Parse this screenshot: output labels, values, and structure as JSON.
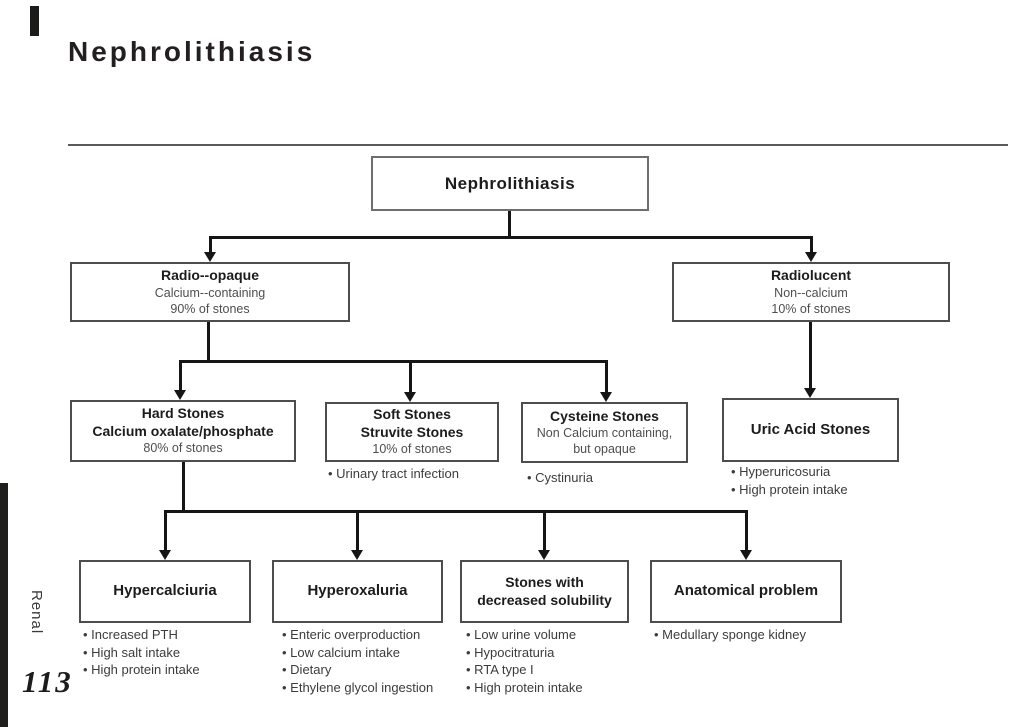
{
  "page": {
    "title": "Nephrolithiasis",
    "page_number": "113",
    "sidebar_label": "Renal"
  },
  "tree": {
    "root": {
      "title": "Nephrolithiasis"
    },
    "radio_opaque": {
      "title": "Radio--opaque",
      "line1": "Calcium--containing",
      "line2": "90% of stones"
    },
    "radiolucent": {
      "title": "Radiolucent",
      "line1": "Non--calcium",
      "line2": "10% of stones"
    },
    "hard": {
      "title1": "Hard Stones",
      "title2": "Calcium oxalate/phosphate",
      "line": "80% of stones"
    },
    "soft": {
      "title1": "Soft Stones",
      "title2": "Struvite Stones",
      "line": "10% of stones",
      "bullets": [
        "• Urinary tract infection"
      ]
    },
    "cysteine": {
      "title": "Cysteine Stones",
      "line1": "Non Calcium containing,",
      "line2": "but opaque",
      "bullets": [
        "• Cystinuria"
      ]
    },
    "uric": {
      "title": "Uric Acid Stones",
      "bullets": [
        "• Hyperuricosuria",
        "• High protein intake"
      ]
    },
    "hypercalciuria": {
      "title": "Hypercalciuria",
      "bullets": [
        "• Increased PTH",
        "• High salt intake",
        "• High protein intake"
      ]
    },
    "hyperoxaluria": {
      "title": "Hyperoxaluria",
      "bullets": [
        "• Enteric overproduction",
        "• Low calcium intake",
        "• Dietary",
        "• Ethylene glycol ingestion"
      ]
    },
    "solubility": {
      "title1": "Stones with",
      "title2": "decreased solubility",
      "bullets": [
        "• Low urine volume",
        "• Hypocitraturia",
        "• RTA type I",
        "• High protein intake"
      ]
    },
    "anatomical": {
      "title": "Anatomical problem",
      "bullets": [
        "• Medullary sponge kidney"
      ]
    }
  }
}
